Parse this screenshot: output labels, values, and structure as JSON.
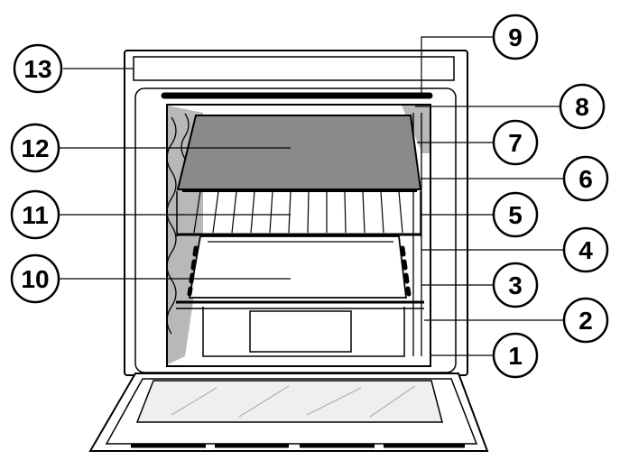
{
  "callouts": [
    {
      "id": "1",
      "label": "1"
    },
    {
      "id": "2",
      "label": "2"
    },
    {
      "id": "3",
      "label": "3"
    },
    {
      "id": "4",
      "label": "4"
    },
    {
      "id": "5",
      "label": "5"
    },
    {
      "id": "6",
      "label": "6"
    },
    {
      "id": "7",
      "label": "7"
    },
    {
      "id": "8",
      "label": "8"
    },
    {
      "id": "9",
      "label": "9"
    },
    {
      "id": "10",
      "label": "10"
    },
    {
      "id": "11",
      "label": "11"
    },
    {
      "id": "12",
      "label": "12"
    },
    {
      "id": "13",
      "label": "13"
    }
  ],
  "colors": {
    "line": "#000000",
    "shadow": "#b8b8b8",
    "tray_fill": "#8a8a8a",
    "background": "#ffffff"
  }
}
